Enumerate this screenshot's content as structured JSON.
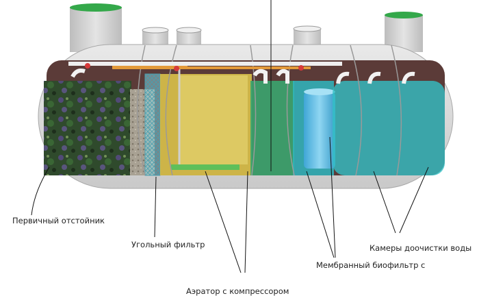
{
  "labels": {
    "primary_settler": "Первичный отстойник",
    "carbon_filter": "Угольный фильтр",
    "post_treatment": "Камеры доочистки воды",
    "membrane_biofilter": "Мембранный биофильтр с",
    "aerator": "Аэратор с компрессором"
  },
  "colors": {
    "tank_shell": "#dcdcdc",
    "cap_green": "#34a84a",
    "inner_brown": "#5b3b38",
    "sludge_dark": "#2f4a2c",
    "carbon_gray": "#a8a193",
    "aerator_yellow": "#d9c24a",
    "green_zone": "#3aa56f",
    "teal_zone": "#2fb7bf",
    "pipe_orange": "#e39a3a"
  },
  "icons": [
    "settler-texture",
    "carbon-filter-mesh",
    "aerator-grid",
    "membrane-cartridge",
    "pipe-elbow"
  ]
}
